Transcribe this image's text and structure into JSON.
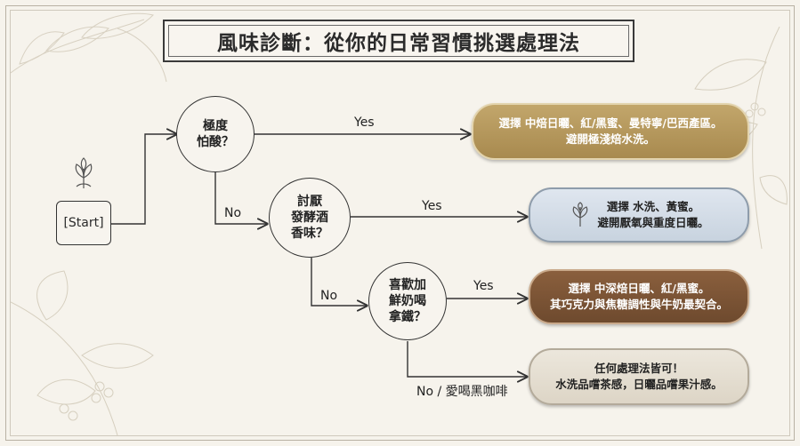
{
  "title": "風味診斷：從你的日常習慣挑選處理法",
  "start": {
    "label": "[Start]"
  },
  "questions": [
    {
      "line1": "極度",
      "line2": "怕酸？"
    },
    {
      "line1": "討厭",
      "line2": "發酵酒",
      "line3": "香味？"
    },
    {
      "line1": "喜歡加",
      "line2": "鮮奶喝",
      "line3": "拿鐵？"
    }
  ],
  "edge_labels": {
    "q1_yes": "Yes",
    "q1_no": "No",
    "q2_yes": "Yes",
    "q2_no": "No",
    "q3_yes": "Yes",
    "q3_no": "No / 愛喝黑咖啡"
  },
  "results": [
    {
      "line1": "選擇 中焙日曬、紅/黑蜜、曼特寧/巴西產區。",
      "line2": "避開極淺焙水洗。",
      "color": "#b39658"
    },
    {
      "line1": "選擇 水洗、黃蜜。",
      "line2": "避開厭氧與重度日曬。",
      "color": "#d4dce6",
      "icon": "leaf-icon"
    },
    {
      "line1": "選擇 中深焙日曬、紅/黑蜜。",
      "line2": "其巧克力與焦糖調性與牛奶最契合。",
      "color": "#7a5335"
    },
    {
      "line1": "任何處理法皆可！",
      "line2": "水洗品嚐茶感，日曬品嚐果汁感。",
      "color": "#e4ddd0"
    }
  ]
}
